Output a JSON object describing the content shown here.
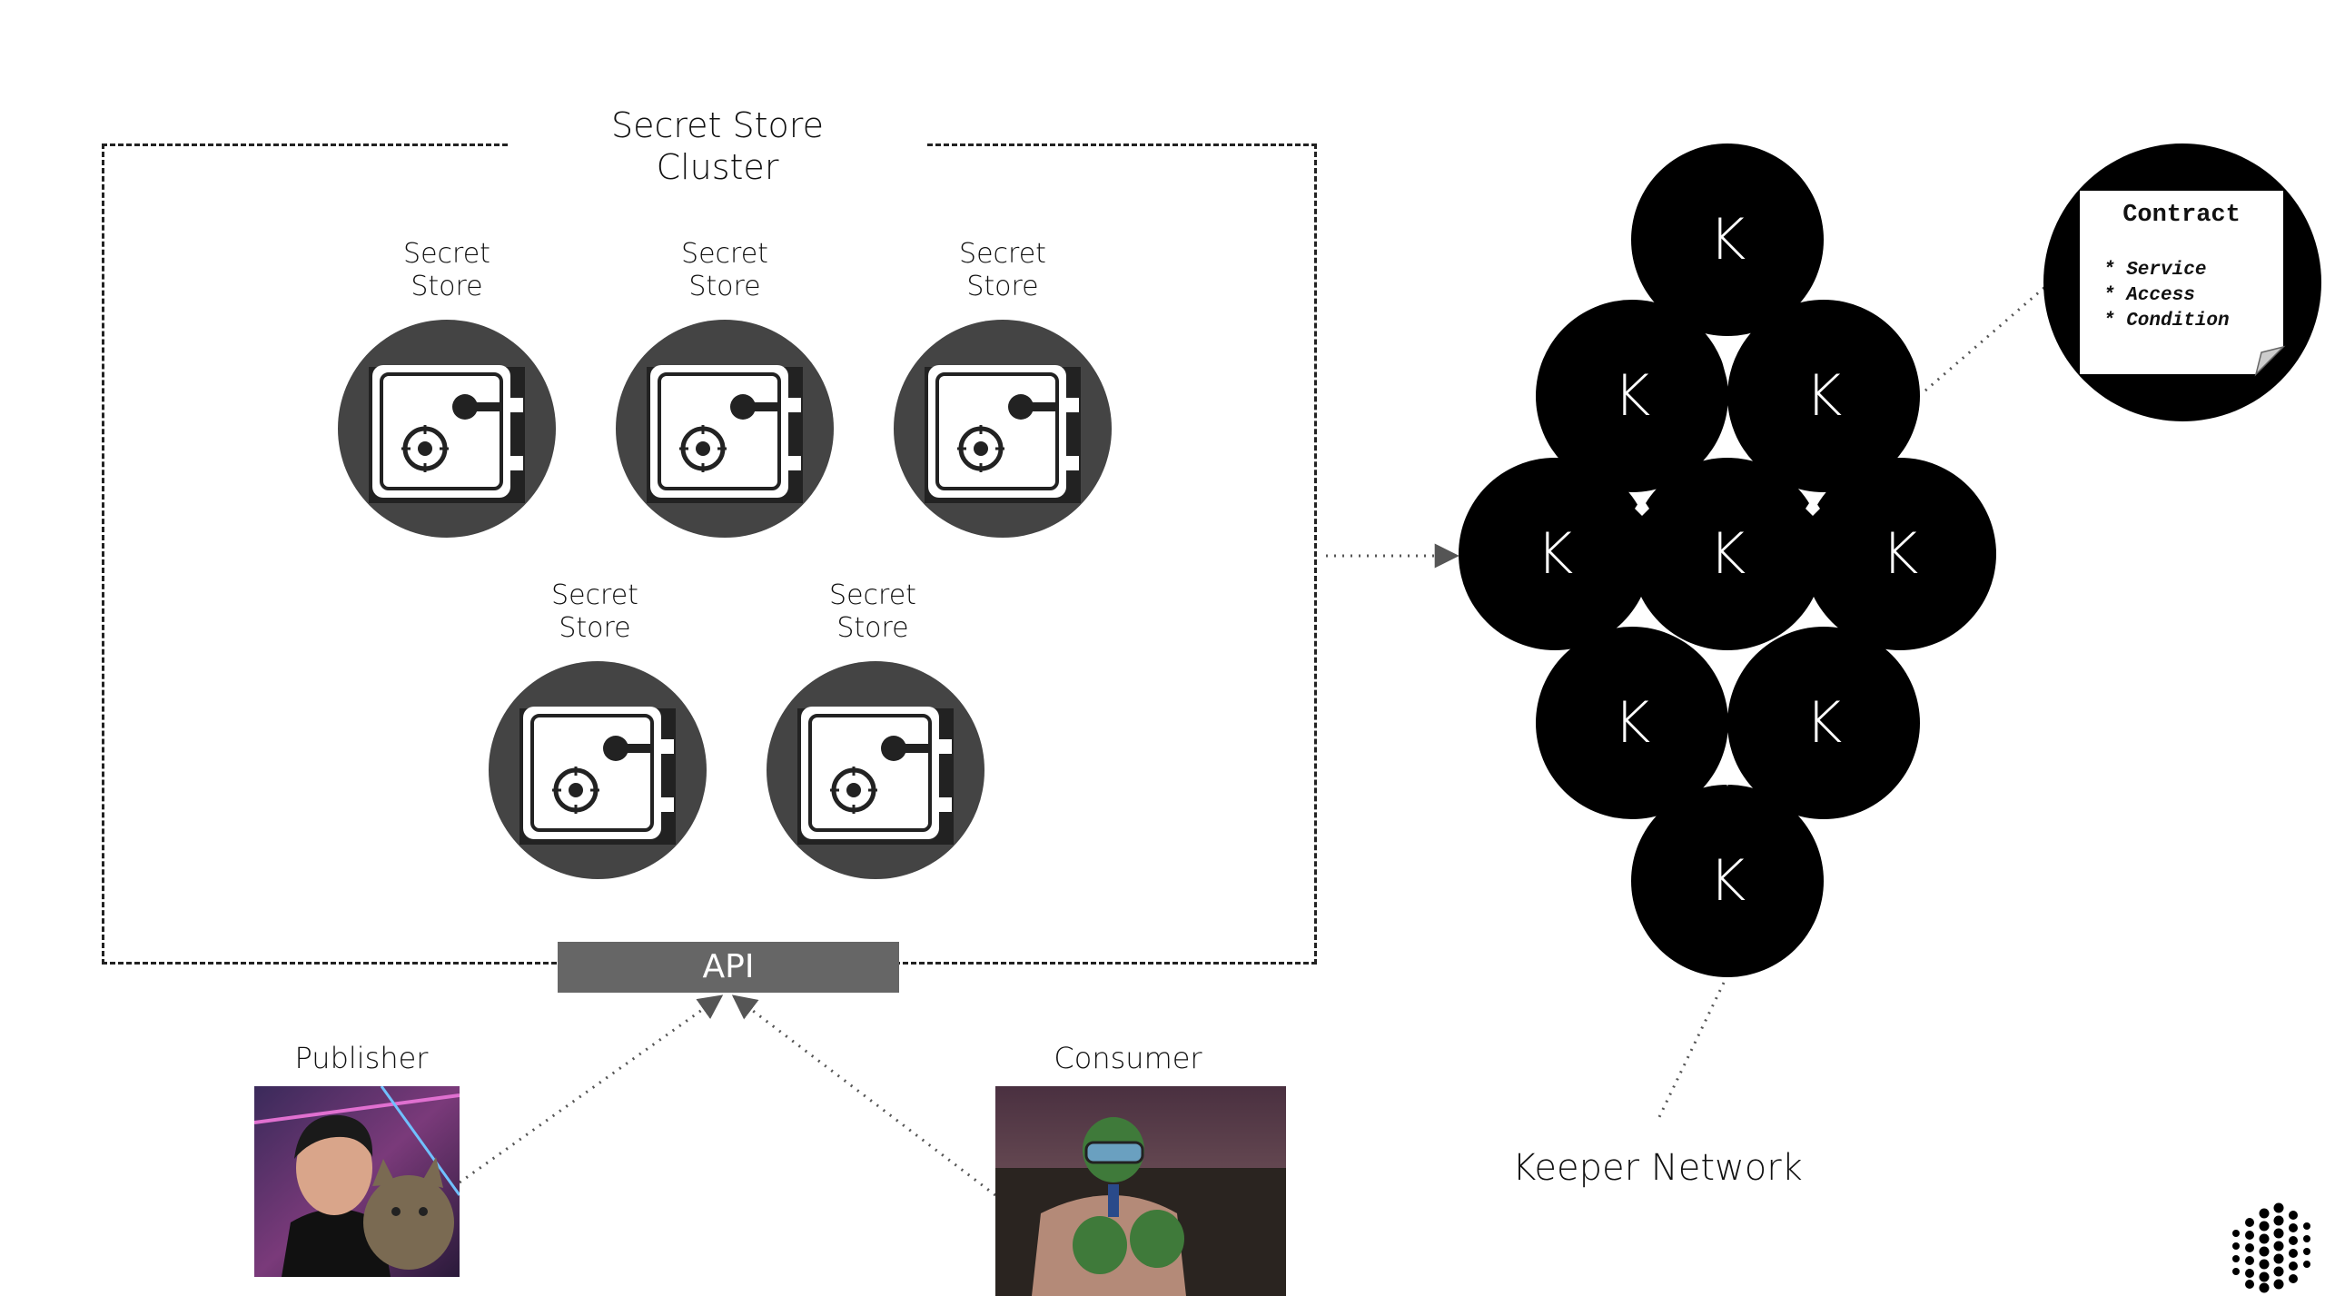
{
  "cluster": {
    "title_line1": "Secret Store",
    "title_line2": "Cluster",
    "stores": [
      {
        "line1": "Secret",
        "line2": "Store"
      },
      {
        "line1": "Secret",
        "line2": "Store"
      },
      {
        "line1": "Secret",
        "line2": "Store"
      },
      {
        "line1": "Secret",
        "line2": "Store"
      },
      {
        "line1": "Secret",
        "line2": "Store"
      }
    ],
    "api_label": "API"
  },
  "keepers": {
    "node_label": "K",
    "nodes": [
      "K",
      "K",
      "K",
      "K",
      "K",
      "K",
      "K",
      "K",
      "K"
    ],
    "network_label": "Keeper Network"
  },
  "contract": {
    "title": "Contract",
    "items": [
      "* Service",
      "* Access",
      "* Condition"
    ]
  },
  "actors": {
    "publisher": "Publisher",
    "consumer": "Consumer"
  },
  "icons": {
    "safe": "safe-icon",
    "logo": "dot-grid-logo"
  },
  "colors": {
    "safe_bg": "#444444",
    "api_bg": "#666666",
    "keeper_bg": "#000000"
  }
}
